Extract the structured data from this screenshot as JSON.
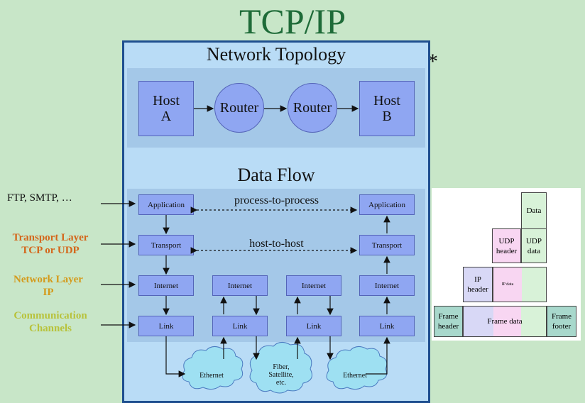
{
  "title": "TCP/IP",
  "asterisk": "*",
  "topology": {
    "title": "Network Topology",
    "host_a": "Host\nA",
    "router1": "Router",
    "router2": "Router",
    "host_b": "Host\nB"
  },
  "dataflow": {
    "title": "Data Flow",
    "process_label": "process-to-process",
    "host_label": "host-to-host",
    "layers": {
      "application": "Application",
      "transport": "Transport",
      "internet": "Internet",
      "link": "Link"
    },
    "clouds": {
      "c1": "Ethernet",
      "c2": "Fiber,\nSatellite,\netc.",
      "c3": "Ethernet"
    }
  },
  "left_labels": {
    "application": "FTP, SMTP, …",
    "transport": "Transport Layer\nTCP or UDP",
    "network": "Network Layer\nIP",
    "link": "Communication\nChannels"
  },
  "left_colors": {
    "application": "#111111",
    "transport": "#d4661a",
    "network": "#d49a1a",
    "link": "#b8c23a"
  },
  "encapsulation": {
    "data": "Data",
    "udp_header": "UDP\nheader",
    "udp_data": "UDP\ndata",
    "ip_header": "IP\nheader",
    "ip_data": "IP data",
    "frame_header": "Frame\nheader",
    "frame_data": "Frame data",
    "frame_footer": "Frame\nfooter"
  }
}
